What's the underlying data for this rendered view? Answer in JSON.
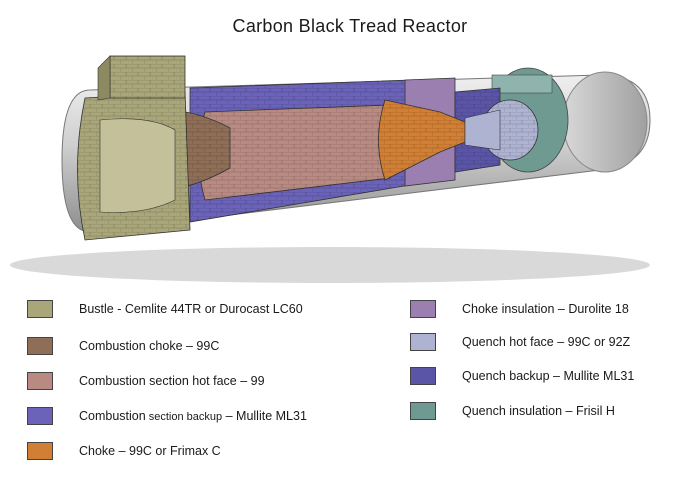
{
  "title": "Carbon Black Tread Reactor",
  "legend": {
    "left": [
      {
        "label": "Bustle  - Cemlite 44TR or Durocast LC60",
        "color": "#a9a67a"
      },
      {
        "label": "Combustion choke – 99C",
        "color": "#8e6e57"
      },
      {
        "label": "Combustion section hot face – 99",
        "color": "#b98a82"
      },
      {
        "label_main": "Combustion",
        "label_small": " section backup",
        "label_tail": " – Mullite ML31",
        "color": "#6a63b9"
      },
      {
        "label": "Choke – 99C or Frimax C",
        "color": "#d07f34"
      }
    ],
    "right": [
      {
        "label": "Choke insulation – Durolite 18",
        "color": "#9a7fb0"
      },
      {
        "label": "Quench hot face – 99C or 92Z",
        "color": "#aeb3d2"
      },
      {
        "label": "Quench backup – Mullite ML31",
        "color": "#5b55a8"
      },
      {
        "label": "Quench insulation – Frisil H",
        "color": "#6f9a92"
      }
    ]
  }
}
